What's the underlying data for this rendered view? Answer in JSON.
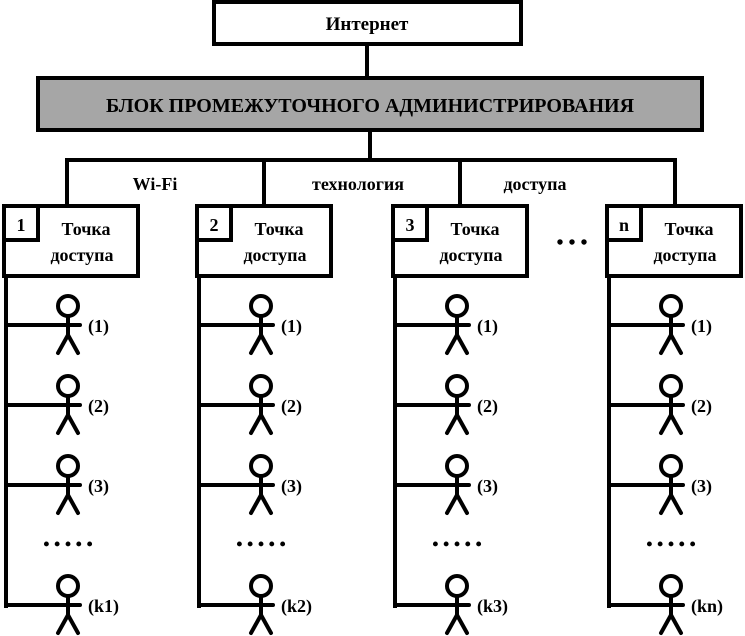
{
  "internet": {
    "label": "Интернет"
  },
  "admin_block": {
    "label": "БЛОК ПРОМЕЖУТОЧНОГО АДМИНИСТРИРОВАНИЯ",
    "fill": "#a6a6a6"
  },
  "technology": {
    "word1": "Wi-Fi",
    "word2": "технология",
    "word3": "доступа"
  },
  "ellipsis_h": "• • •",
  "ellipsis_users": "• • • • •",
  "access_points": [
    {
      "number": "1",
      "line1": "Точка",
      "line2": "доступа",
      "users": [
        {
          "label": "(1)"
        },
        {
          "label": "(2)"
        },
        {
          "label": "(3)"
        },
        {
          "label": "(k1)"
        }
      ]
    },
    {
      "number": "2",
      "line1": "Точка",
      "line2": "доступа",
      "users": [
        {
          "label": "(1)"
        },
        {
          "label": "(2)"
        },
        {
          "label": "(3)"
        },
        {
          "label": "(k2)"
        }
      ]
    },
    {
      "number": "3",
      "line1": "Точка",
      "line2": "доступа",
      "users": [
        {
          "label": "(1)"
        },
        {
          "label": "(2)"
        },
        {
          "label": "(3)"
        },
        {
          "label": "(k3)"
        }
      ]
    },
    {
      "number": "n",
      "line1": "Точка",
      "line2": "доступа",
      "users": [
        {
          "label": "(1)"
        },
        {
          "label": "(2)"
        },
        {
          "label": "(3)"
        },
        {
          "label": "(kn)"
        }
      ]
    }
  ]
}
